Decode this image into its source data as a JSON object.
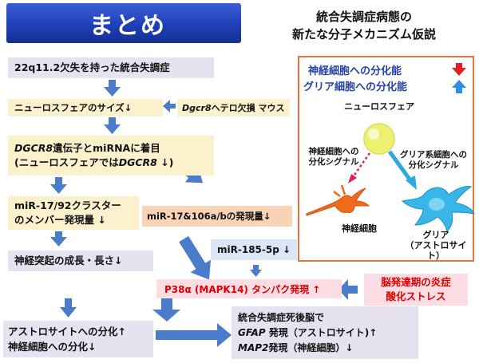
{
  "title": "まとめ",
  "hypothesis_title": [
    "統合失調症病態の",
    "新たな分子メカニズム仮説"
  ],
  "boxes": {
    "deletion": "22q11.2欠失を持った統合失調症",
    "neurosphere_size": "ニューロスフェアのサイズ↓",
    "mouse_gene": "Dgcr8",
    "mouse_rest": "ヘテロ欠損 マウス",
    "dgcr8_line1_gene": "DGCR8",
    "dgcr8_line1_rest": "遺伝子とmiRNAに着目",
    "dgcr8_line2_pre": "(ニューロスフェアでは",
    "dgcr8_line2_gene": "DGCR8",
    "dgcr8_line2_post": " ↓)",
    "mir17_92_line1": "miR-17/92クラスター",
    "mir17_92_line2": "のメンバー発現量 ↓",
    "mir17_106": "miR-17&106a/bの発現量↓",
    "neurite": "神経突起の成長・長さ↓",
    "mir185": "miR-185-5p ↓",
    "p38": "P38α (MAPK14) タンパク発現 ↑",
    "stress_line1": "脳発達期の炎症",
    "stress_line2": "酸化ストレス",
    "astro_line1": "アストロサイトへの分化↑",
    "astro_line2": "神経細胞への分化↓",
    "postmortem_line1": "統合失調症死後脳で",
    "gfap_gene": "GFAP",
    "gfap_rest": " 発現（アストロサイト)↑",
    "map2_gene": "MAP2",
    "map2_rest": "発現（神経細胞）↓"
  },
  "panel": {
    "neuron_ability": "神経細胞への分化能",
    "glia_ability": "グリア細胞への分化能",
    "neurosphere": "ニューロスフェア",
    "neuron_signal_line1": "神経細胞への",
    "neuron_signal_line2": "分化シグナル",
    "glia_signal_line1": "グリア系細胞への",
    "glia_signal_line2": "分化シグナル",
    "neuron": "神経細胞",
    "glia_line1": "グリア",
    "glia_line2": "（アストロサイト）"
  },
  "colors": {
    "title_blue": "#1f3fb8",
    "arrow_blue": "#4a7cc9",
    "panel_border": "#e8743b",
    "down_arrow": "#e02020",
    "up_arrow": "#2f8fe0",
    "neuron": "#f06a1c",
    "glia": "#38b6e8",
    "neurosphere": "#eef070"
  }
}
